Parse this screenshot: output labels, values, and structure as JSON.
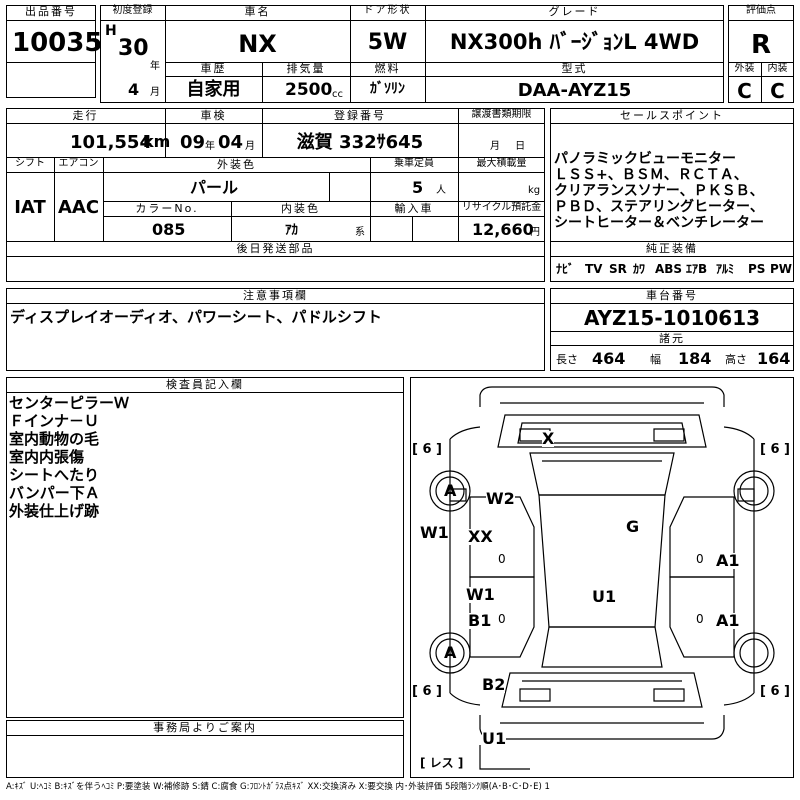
{
  "header": {
    "lot_label": "出品番号",
    "lot_value": "10035",
    "first_reg_label": "初度登録",
    "era": "H",
    "year": "30",
    "year_unit": "年",
    "month": "4",
    "month_unit": "月",
    "car_name_label": "車名",
    "car_name": "NX",
    "door_label": "ドア形状",
    "door": "5W",
    "grade_label": "グレード",
    "grade": "NX300h ﾊﾞｰｼﾞｮﾝL 4WD",
    "score_label": "評価点",
    "score": "R",
    "history_label": "車歴",
    "history": "自家用",
    "displacement_label": "排気量",
    "displacement": "2500",
    "displacement_unit": "cc",
    "fuel_label": "燃料",
    "fuel": "ｶﾞｿﾘﾝ",
    "model_label": "型式",
    "model": "DAA-AYZ15",
    "ext_label": "外装",
    "ext": "C",
    "int_label": "内装",
    "int": "C"
  },
  "info": {
    "mileage_label": "走行",
    "mileage": "101,554",
    "mileage_unit": "km",
    "inspection_label": "車検",
    "insp_year": "09",
    "insp_year_unit": "年",
    "insp_month": "04",
    "insp_month_unit": "月",
    "plate_label": "登録番号",
    "plate": "滋賀 332ｻ645",
    "transfer_label": "譲渡書類期限",
    "transfer_unit": "月 日",
    "shift_label": "シフト",
    "shift": "IAT",
    "ac_label": "エアコン",
    "ac": "AAC",
    "ext_color_label": "外装色",
    "ext_color": "パール",
    "capacity_label": "乗車定員",
    "capacity": "5",
    "capacity_unit": "人",
    "max_load_label": "最大積載量",
    "max_load_unit": "kg",
    "color_no_label": "カラーNo.",
    "color_no": "085",
    "int_color_label": "内装色",
    "int_color": "ｱｶ",
    "int_color_unit": "系",
    "import_label": "輸入車",
    "recycle_label": "リサイクル預託金",
    "recycle": "12,660",
    "recycle_unit": "円",
    "later_parts_label": "後日発送部品"
  },
  "sales": {
    "label": "セールスポイント",
    "lines": [
      "パノラミックビューモニター",
      "ＬＳＳ+、ＢＳＭ、ＲＣＴＡ、",
      "クリアランスソナー、ＰＫＳＢ、",
      "ＰＢＤ、ステアリングヒーター、",
      "シートヒーター＆ベンチレーター"
    ]
  },
  "equipment": {
    "label": "純正装備",
    "items": [
      "ﾅﾋﾞ",
      "TV",
      "SR",
      "ｶﾜ",
      "ABS",
      "ｴｱB",
      "ｱﾙﾐ",
      "PS",
      "PW"
    ]
  },
  "notes": {
    "label": "注意事項欄",
    "text": "ディスプレイオーディオ、パワーシート、パドルシフト"
  },
  "chassis": {
    "label": "車台番号",
    "value": "AYZ15-1010613",
    "spec_label": "諸元",
    "length_label": "長さ",
    "length": "464",
    "width_label": "幅",
    "width": "184",
    "height_label": "高さ",
    "height": "164"
  },
  "inspector": {
    "label": "検査員記入欄",
    "lines": [
      "センターピラーＷ",
      "Ｆインナ－Ｕ",
      "室内動物の毛",
      "室内内張傷",
      "シートへたり",
      "バンパー下Ａ",
      "外装仕上げ跡"
    ]
  },
  "office": {
    "label": "事務局よりご案内"
  },
  "diagram": {
    "tire_fl": "6",
    "tire_fr": "6",
    "tire_rl": "6",
    "tire_rr": "6",
    "marks": {
      "windshield": "X",
      "f_wheel_l": "A",
      "w2": "W2",
      "w1_left": "W1",
      "xx": "XX",
      "g": "G",
      "a1_front": "A1",
      "w1_door": "W1",
      "b1": "B1",
      "u1_center": "U1",
      "a1_rear": "A1",
      "r_wheel_l": "A",
      "b2": "B2",
      "u1_bottom": "U1"
    },
    "spare_label": "レス",
    "pillar_mark": "0"
  },
  "footer": {
    "legend": "A:ｷｽﾞ U:ﾍｺﾐ B:ｷｽﾞを伴うﾍｺﾐ P:要塗装 W:補修跡 S:錆 C:腐食 G:ﾌﾛﾝﾄｶﾞﾗｽ点ｷｽﾞ XX:交換済み X:要交換 内･外装評価 5段階ﾗﾝｸ順(A･B･C･D･E) 1"
  }
}
